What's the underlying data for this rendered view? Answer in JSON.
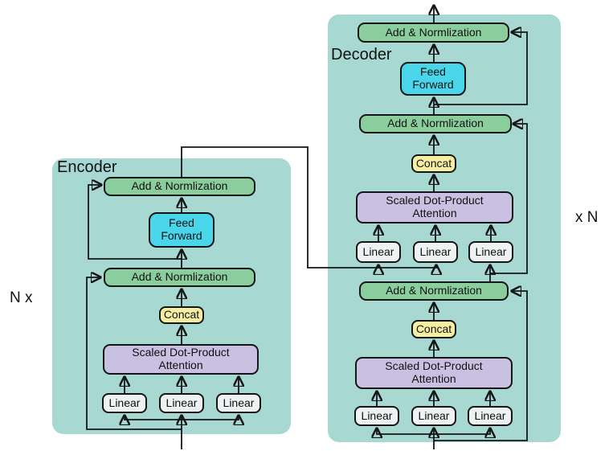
{
  "labels": {
    "encoder": "Encoder",
    "decoder": "Decoder",
    "repeat_left": "N x",
    "repeat_right": "x N",
    "add_norm": "Add & Normlization",
    "feed_forward": "Feed Forward",
    "concat": "Concat",
    "attention": "Scaled Dot-Product Attention",
    "linear": "Linear"
  },
  "structure": {
    "encoder_stack_bottom_up": [
      "Linear",
      "Linear",
      "Linear",
      "Scaled Dot-Product Attention",
      "Concat",
      "Add & Normlization",
      "Feed Forward",
      "Add & Normlization"
    ],
    "decoder_stack_bottom_up": [
      "Linear",
      "Linear",
      "Linear",
      "Scaled Dot-Product Attention",
      "Concat",
      "Add & Normlization",
      "Linear",
      "Linear",
      "Linear",
      "Scaled Dot-Product Attention",
      "Concat",
      "Add & Normlization",
      "Feed Forward",
      "Add & Normlization"
    ],
    "cross_connection": "Encoder top output feeds the left two Linear boxes of the decoder cross-attention"
  },
  "colors": {
    "canvas": "#ffffff",
    "panel": "#a8d8d2",
    "box_green": "#8bce9d",
    "box_cyan": "#4ad6ea",
    "box_yellow": "#f6efa3",
    "box_purple": "#c9c1e2",
    "box_gray": "#eff2f2",
    "line": "#161616",
    "text": "#111111"
  }
}
